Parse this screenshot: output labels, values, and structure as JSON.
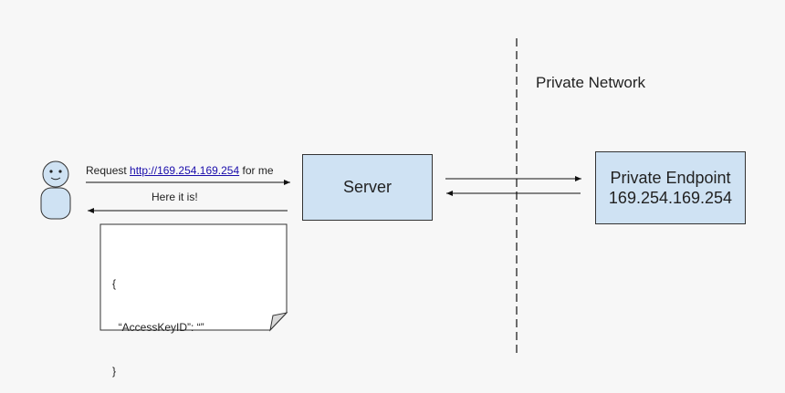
{
  "network_label": "Private Network",
  "server": {
    "label": "Server"
  },
  "endpoint": {
    "title": "Private Endpoint",
    "ip": "169.254.169.254"
  },
  "request": {
    "prefix": "Request",
    "url": "http://169.254.169.254",
    "suffix": "for me"
  },
  "reply": {
    "label": "Here it is!"
  },
  "document": {
    "lines": [
      "{",
      "  “AccessKeyID”: “”",
      "}"
    ]
  },
  "colors": {
    "box_fill": "#cfe2f3",
    "user_fill": "#cfe2f3",
    "link": "#1a0dab",
    "background": "#f7f7f7"
  },
  "icons": [
    "user-icon",
    "document-icon"
  ]
}
